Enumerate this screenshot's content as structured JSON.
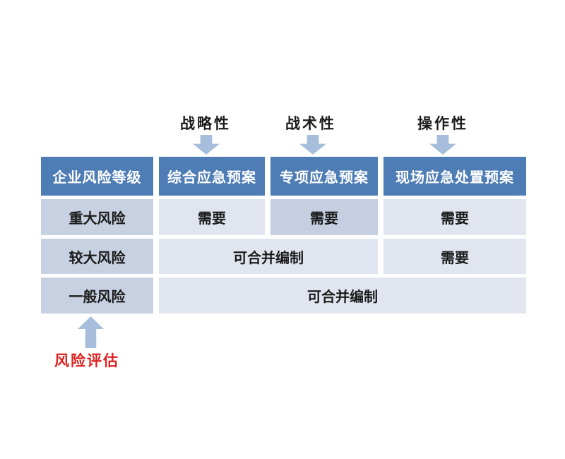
{
  "colors": {
    "header_bg": "#4E7CB5",
    "header_text": "#FFFFFF",
    "label_cell_bg": "#C8D1E2",
    "emphasis_cell_bg": "#C5CFE1",
    "cell_bg": "#E0E5EF",
    "body_text": "#1B1B1B",
    "arrow": "#A6BEDB",
    "annotation_red": "#E02020"
  },
  "top_annotations": {
    "strategic": "战略性",
    "tactical": "战术性",
    "operational": "操作性"
  },
  "table": {
    "header": {
      "col1": "企业风险等级",
      "col2": "综合应急预案",
      "col3": "专项应急预案",
      "col4": "现场应急处置预案"
    },
    "rows": {
      "major": {
        "label": "重大风险",
        "cell1": "需要",
        "cell2": "需要",
        "cell3": "需要"
      },
      "larger": {
        "label": "较大风险",
        "merged": "可合并编制",
        "cell3": "需要"
      },
      "general": {
        "label": "一般风险",
        "merged": "可合并编制"
      }
    }
  },
  "bottom_annotation": {
    "label": "风险评估"
  }
}
